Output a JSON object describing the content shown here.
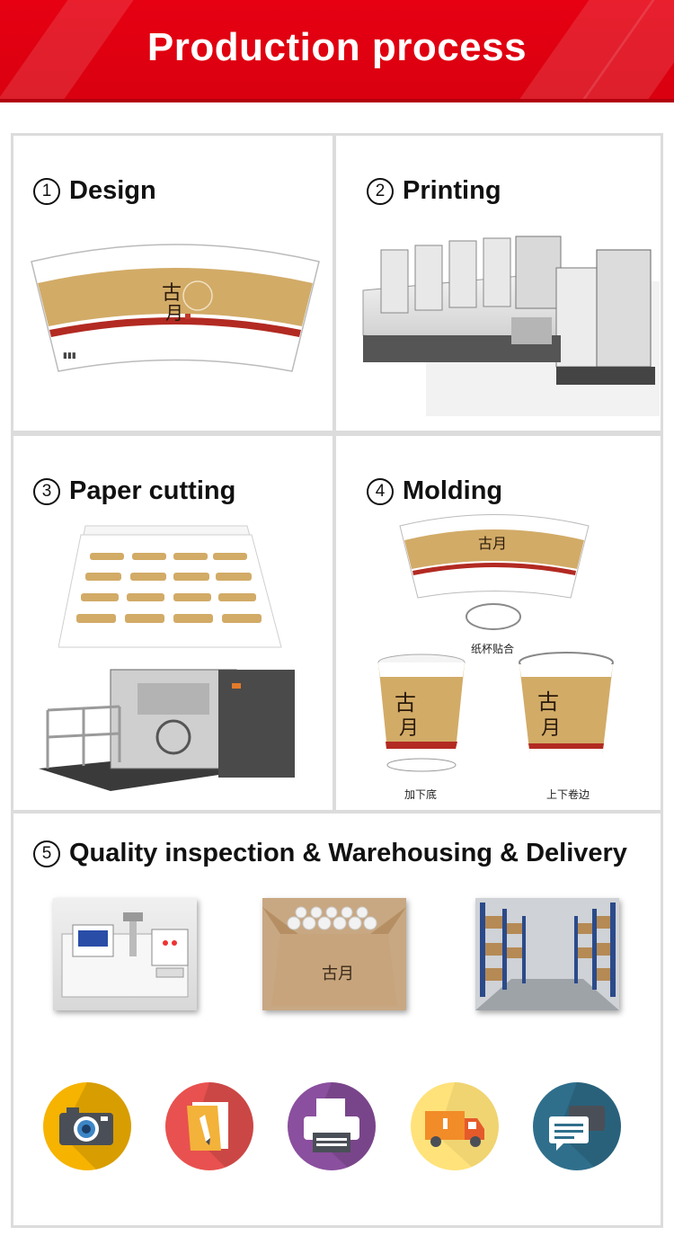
{
  "header": {
    "title": "Production process"
  },
  "steps": [
    {
      "num": "1",
      "label": "Design"
    },
    {
      "num": "2",
      "label": "Printing"
    },
    {
      "num": "3",
      "label": "Paper cutting"
    },
    {
      "num": "4",
      "label": "Molding"
    },
    {
      "num": "5",
      "label": "Quality inspection & Warehousing & Delivery"
    }
  ],
  "molding": {
    "caption_bond": "纸杯贴合",
    "caption_bottom": "加下底",
    "caption_curl": "上下卷边"
  },
  "brand": {
    "mark": "古月"
  },
  "icons": [
    "camera-icon",
    "folder-icon",
    "printer-icon",
    "truck-icon",
    "chat-icon"
  ],
  "colors": {
    "banner": "#e60012",
    "kraft": "#d2ab67",
    "stripe": "#b22a22",
    "icon1": "#f6b300",
    "icon2": "#e8514f",
    "icon3": "#8a4f9e",
    "icon4": "#ffe27a",
    "icon5": "#2f6f8c"
  }
}
